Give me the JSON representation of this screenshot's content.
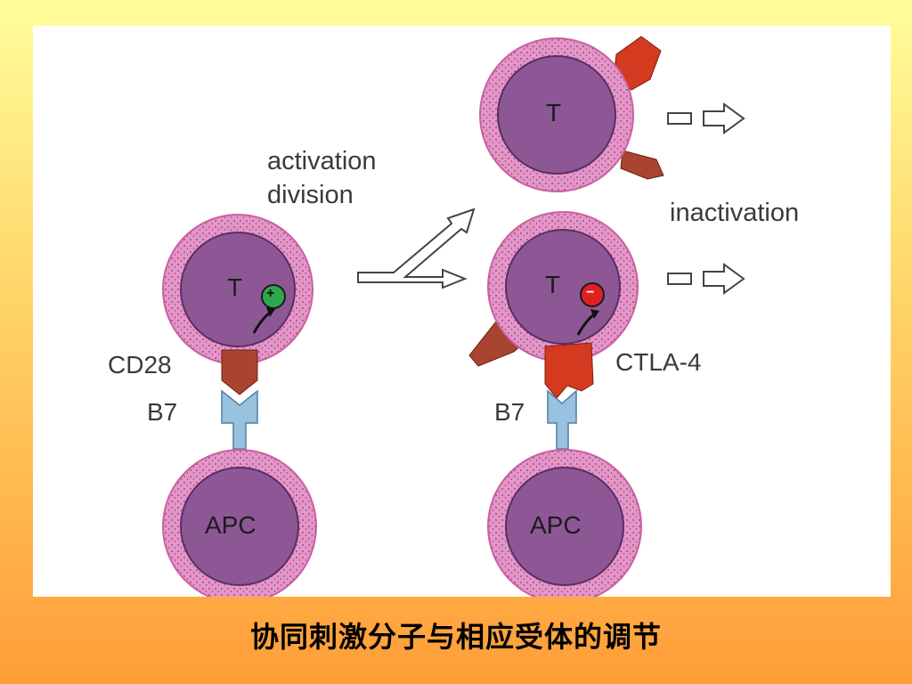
{
  "diagram": {
    "labels": {
      "activation": "activation",
      "division": "division",
      "inactivation": "inactivation",
      "cd28": "CD28",
      "b7_left": "B7",
      "b7_right": "B7",
      "ctla4": "CTLA-4",
      "t_cell_left": "T",
      "t_cell_right": "T",
      "t_cell_top": "T",
      "apc_left": "APC",
      "apc_right": "APC",
      "plus_sign": "+",
      "minus_sign": "−"
    },
    "colors": {
      "membrane": "#e596c8",
      "membrane_edge": "#c9609f",
      "cytoplasm": "#8d5796",
      "nucleus_edge": "#5b2d62",
      "receptor_cd28": "#a8442f",
      "receptor_ctla4": "#d43a20",
      "b7": "#98c2e0",
      "positive": "#2ea84c",
      "negative": "#e02020"
    }
  },
  "caption": "协同刺激分子与相应受体的调节"
}
